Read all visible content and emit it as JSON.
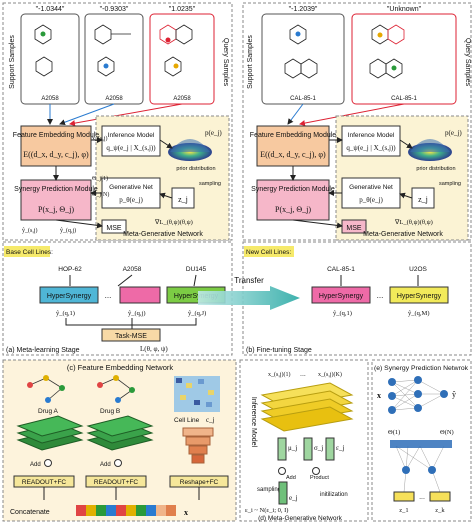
{
  "panel_a": {
    "support_samples_label": "Support Samples",
    "query_samples_label": "Query Samples",
    "scores": [
      "\"-1.0344\"",
      "\"-0.9303\"",
      "\"1.0235\""
    ],
    "cell_line": "A2058",
    "feature_module": "Feature Embedding Module",
    "feature_formula": "E((d_x, d_y, c_j), φ)",
    "inference_model": "Inference Model",
    "inference_formula": "q_ψ(e_j | X_(s,j))",
    "prior_label": "prior distribution",
    "p_ej": "p(e_j)",
    "sampling": "sampling",
    "synergy_module": "Synergy Prediction Module",
    "synergy_formula": "P(x_j, Θ_j)",
    "generative_net": "Generative Net",
    "generative_formula": "p_θ(e_j)",
    "z_label": "z_j",
    "mse": "MSE",
    "grad": "∇L_(θ,ψ)(θ,ψ)",
    "meta_gen": "Meta-Generative Network",
    "x_s": "x_(s,j)",
    "x_q": "x_(q,j)",
    "theta1": "Θ_j(1)",
    "theta2": "Θ_j(2)",
    "thetaN": "Θ_j(N)",
    "y_s": "ŷ_(s,j)",
    "y_q": "ŷ_(q,j)",
    "y_hat": "ŷ_(q,j)"
  },
  "panel_b": {
    "scores": [
      "\"-1.2039\"",
      "\"Unknown\""
    ],
    "cell_line": "CAL-85-1",
    "support_samples_label": "Support Samples",
    "query_samples_label": "Query Samples"
  },
  "lower": {
    "base_cell_lines": "Base Cell Lines:",
    "new_cell_lines": "New Cell Lines:",
    "base_lines": [
      "HOP-62",
      "A2058",
      "DU145"
    ],
    "new_lines": [
      "CAL-85-1",
      "U2OS"
    ],
    "hypersynergy": "HyperSynergy",
    "dots": "...",
    "transfer": "Transfer",
    "task_mse": "Task-MSE",
    "loss": "L(θ, φ, ψ)",
    "y_labels": [
      "ŷ_(q,1)",
      "ŷ_(q,j)",
      "ŷ_(q,J)"
    ],
    "ynew_labels": [
      "ŷ_(q,1)",
      "ŷ_(q,M)"
    ],
    "stage_a": "(a)   Meta-learning Stage",
    "stage_b": "(b)   Fine-tuning Stage"
  },
  "panel_c": {
    "title": "(c) Feature Embedding Network",
    "drug_a": "Drug A",
    "drug_b": "Drug B",
    "cell_line": "Cell Line",
    "cj": "c_j",
    "add": "Add",
    "readout": "READOUT+FC",
    "reshape": "Reshape+FC",
    "concat": "Concatenate",
    "x_vec": "x"
  },
  "panel_d": {
    "title": "(d)   Meta-Generative Network",
    "inference": "Inference Model",
    "x1": "x_(s,j)(1)",
    "xK": "x_(s,j)(K)",
    "mu": "μ_j",
    "sigma": "σ_j",
    "eps_j": "ε_j",
    "add": "Add",
    "product": "Product",
    "sampling": "sampling",
    "init": "initilization",
    "e_j": "e_j",
    "eps_formula": "ε_i ~ N(ε_i; 0, I)"
  },
  "panel_e": {
    "title": "(e) Synergy Prediction Netwrok",
    "x": "x",
    "y_hat": "ŷ",
    "theta1": "Θ(1)",
    "thetaN": "Θ(N)",
    "z1": "z_1",
    "zk": "z_k"
  },
  "colors": {
    "feature_orange": "#f7c9a0",
    "synergy_pink": "#f6b7c9",
    "meta_bg": "#fbf3d4",
    "hyper_blue": "#4fb6d6",
    "hyper_pink": "#ee6aa7",
    "hyper_green": "#7ccc44",
    "hyper_yellow": "#f2ea5a",
    "transfer_teal": "#3fb6b2",
    "support_blue": "#3b8ed6",
    "query_red": "#e03a3a",
    "panel_c_bg": "#fdf3dc"
  }
}
